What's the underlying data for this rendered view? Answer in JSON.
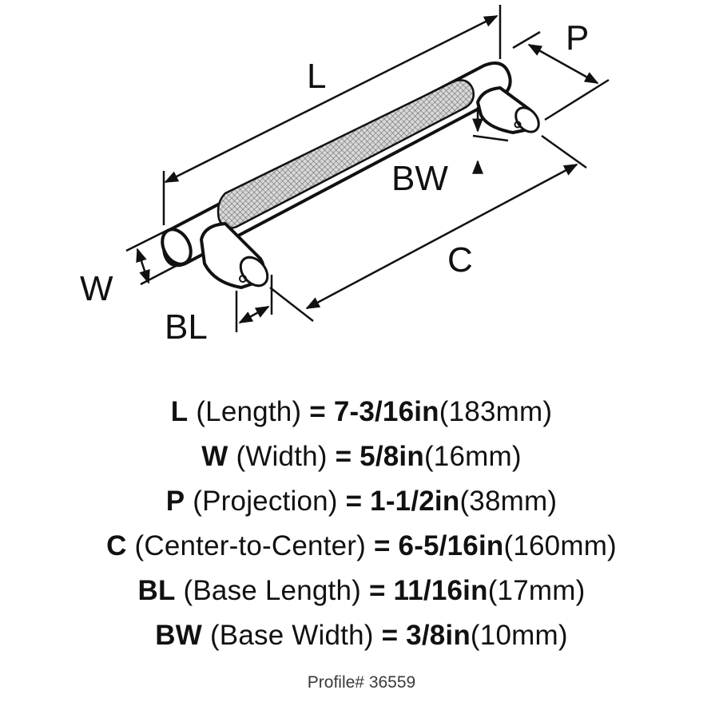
{
  "diagram": {
    "labels": {
      "L": "L",
      "P": "P",
      "BW": "BW",
      "C": "C",
      "W": "W",
      "BL": "BL"
    },
    "colors": {
      "stroke": "#111111",
      "knurl": "#bdbdbd",
      "background": "#ffffff"
    }
  },
  "specs": [
    {
      "code": "L",
      "name": "(Length)",
      "eq": "=",
      "imperial": "7-3/16in",
      "metric": "(183mm)"
    },
    {
      "code": "W",
      "name": "(Width)",
      "eq": "=",
      "imperial": "5/8in",
      "metric": "(16mm)"
    },
    {
      "code": "P",
      "name": "(Projection)",
      "eq": "=",
      "imperial": "1-1/2in",
      "metric": "(38mm)"
    },
    {
      "code": "C",
      "name": "(Center-to-Center)",
      "eq": "=",
      "imperial": "6-5/16in",
      "metric": "(160mm)"
    },
    {
      "code": "BL",
      "name": "(Base Length)",
      "eq": "=",
      "imperial": "11/16in",
      "metric": "(17mm)"
    },
    {
      "code": "BW",
      "name": "(Base Width)",
      "eq": "=",
      "imperial": "3/8in",
      "metric": "(10mm)"
    }
  ],
  "footer": {
    "profile": "Profile# 36559"
  }
}
